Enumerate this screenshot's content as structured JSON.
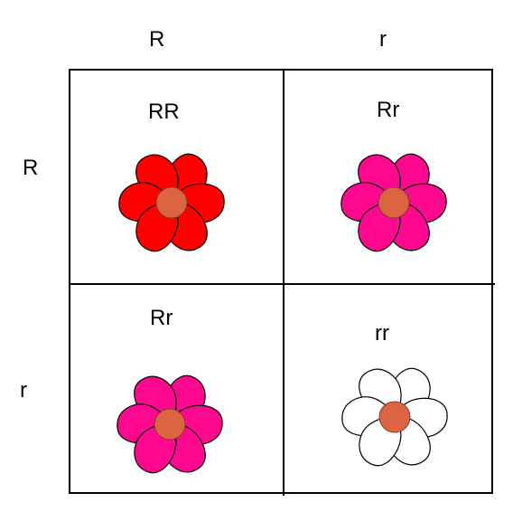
{
  "col_headers": [
    "R",
    "r"
  ],
  "row_headers": [
    "R",
    "r"
  ],
  "cells": [
    {
      "genotype": "RR",
      "petal_color": "#ff0000",
      "center_color": "#dd6442"
    },
    {
      "genotype": "Rr",
      "petal_color": "#ff0890",
      "center_color": "#dd6442"
    },
    {
      "genotype": "Rr",
      "petal_color": "#ff0890",
      "center_color": "#dd6442"
    },
    {
      "genotype": "rr",
      "petal_color": "#ffffff",
      "center_color": "#dd6442"
    }
  ],
  "colors": {
    "grid_line": "#000000",
    "background": "#ffffff"
  }
}
